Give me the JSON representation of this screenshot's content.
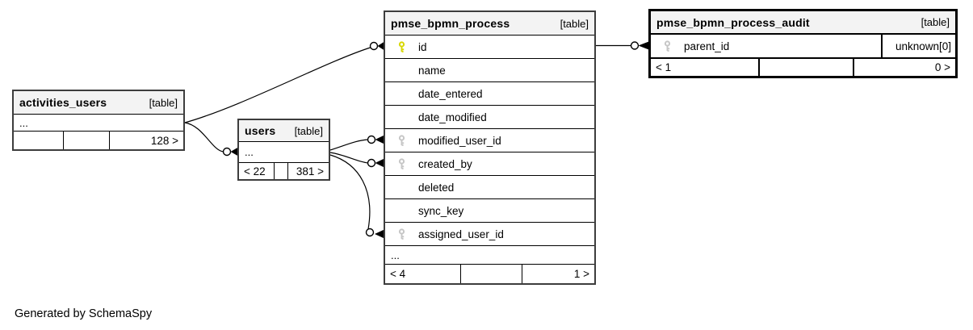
{
  "note": "Generated by SchemaSpy",
  "colors": {
    "primary_key": "#d8d800",
    "foreign_key": "#c6c6c6",
    "header_bg": "#f3f3f3",
    "table_border": "#3d3d3d",
    "focus_table_border": "#000000"
  },
  "tables": {
    "activities_users": {
      "name": "activities_users",
      "tag": "[table]",
      "ellipsis": "...",
      "footer": {
        "cells": [
          "",
          "",
          "128 >"
        ]
      }
    },
    "users": {
      "name": "users",
      "tag": "[table]",
      "ellipsis": "...",
      "footer": {
        "cells": [
          "< 22",
          "",
          "381 >"
        ]
      }
    },
    "pmse_bpmn_process": {
      "name": "pmse_bpmn_process",
      "tag": "[table]",
      "columns": [
        {
          "name": "id",
          "key": "primary"
        },
        {
          "name": "name",
          "key": "none"
        },
        {
          "name": "date_entered",
          "key": "none"
        },
        {
          "name": "date_modified",
          "key": "none"
        },
        {
          "name": "modified_user_id",
          "key": "foreign"
        },
        {
          "name": "created_by",
          "key": "foreign"
        },
        {
          "name": "deleted",
          "key": "none"
        },
        {
          "name": "sync_key",
          "key": "none"
        },
        {
          "name": "assigned_user_id",
          "key": "foreign"
        }
      ],
      "ellipsis": "...",
      "footer": {
        "cells": [
          "< 4",
          "",
          "1 >"
        ]
      }
    },
    "pmse_bpmn_process_audit": {
      "name": "pmse_bpmn_process_audit",
      "tag": "[table]",
      "columns": [
        {
          "name": "parent_id",
          "key": "foreign",
          "type": "unknown[0]"
        }
      ],
      "footer": {
        "cells": [
          "< 1",
          "",
          "0 >"
        ]
      }
    }
  }
}
